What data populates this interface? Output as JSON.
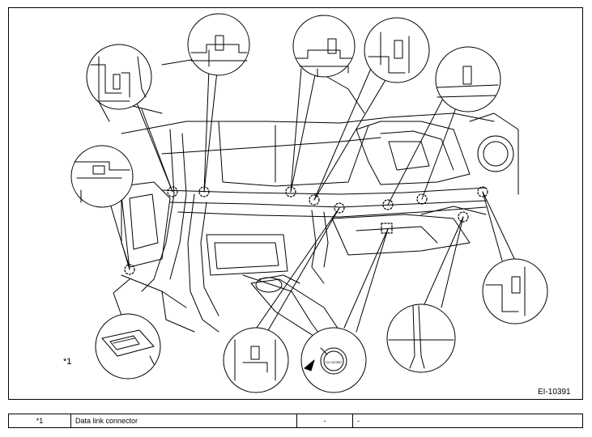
{
  "figure": {
    "callout": "*1",
    "figure_id": "EI-10391",
    "connector_tag": "DLC3/OBD"
  },
  "legend": {
    "rows": [
      {
        "key": "*1",
        "description": "Data link connector",
        "col_a": "-",
        "col_b": "-"
      }
    ]
  }
}
